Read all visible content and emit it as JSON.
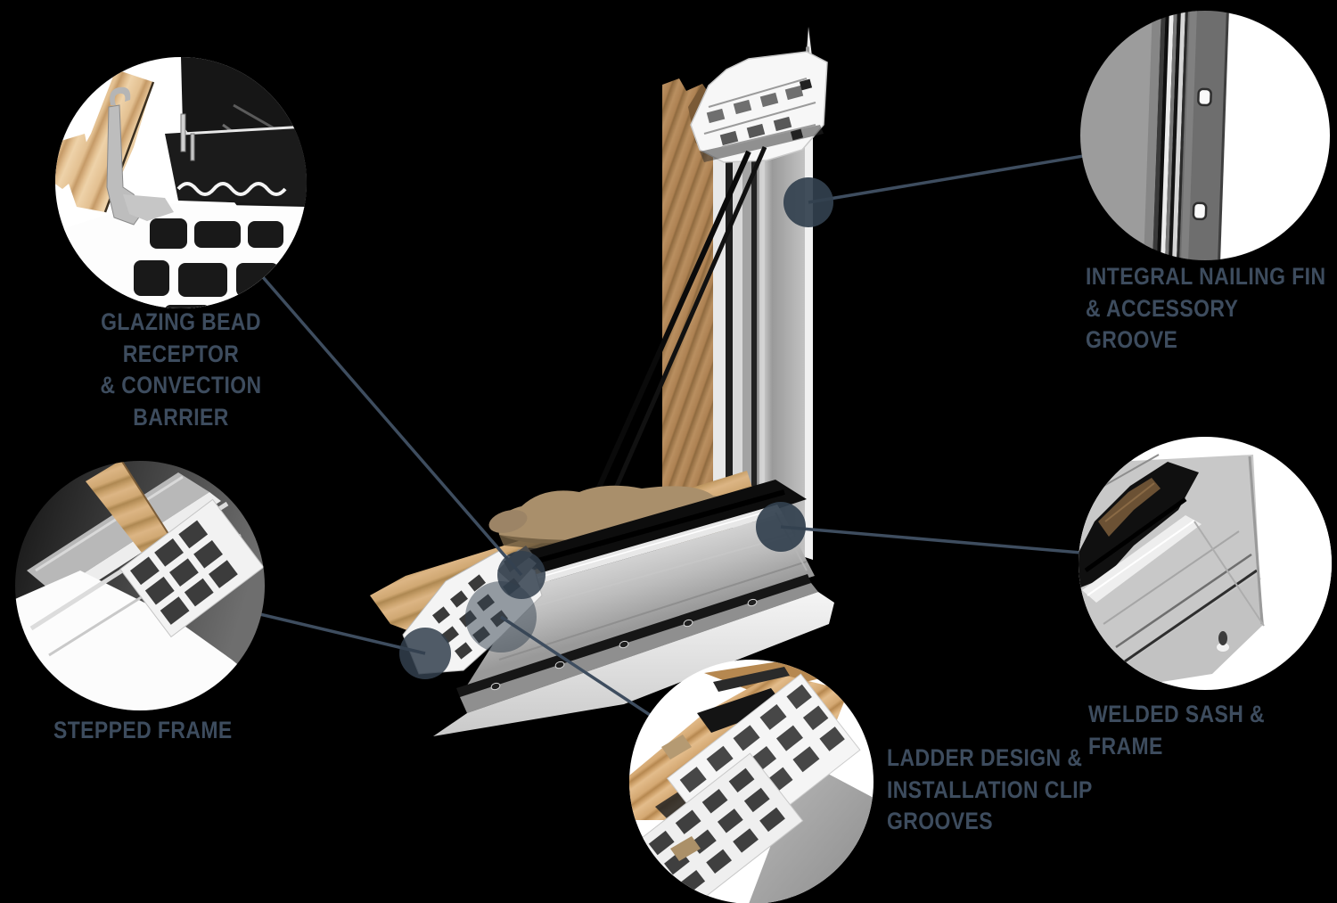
{
  "background_color": "#000000",
  "accent_color": "#3d4c5e",
  "connector_line_color": "#3e4d5f",
  "marker_dot_color": "#32404e",
  "diagram": {
    "subject": "window-corner-cutaway",
    "callouts": [
      {
        "id": "glazing-bead",
        "label": "GLAZING BEAD RECEPTOR\n& CONVECTION BARRIER"
      },
      {
        "id": "nailing-fin",
        "label": "INTEGRAL NAILING FIN\n& ACCESSORY GROOVE"
      },
      {
        "id": "stepped-frame",
        "label": "STEPPED FRAME"
      },
      {
        "id": "welded-sash",
        "label": "WELDED SASH & FRAME"
      },
      {
        "id": "ladder-design",
        "label": "LADDER DESIGN &\nINSTALLATION CLIP\nGROOVES"
      }
    ]
  }
}
